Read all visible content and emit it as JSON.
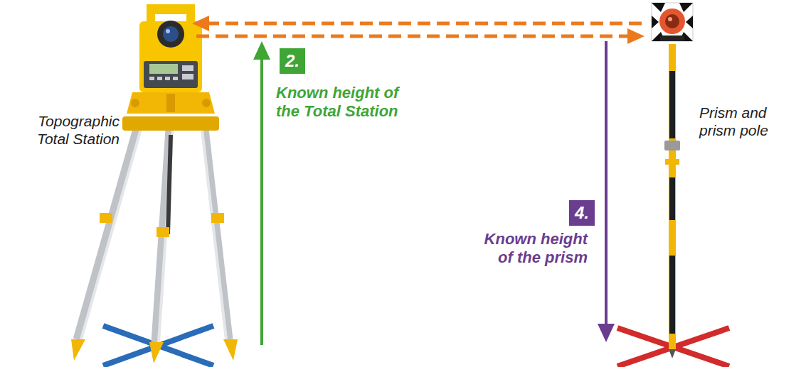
{
  "diagram": {
    "nodes": [
      {
        "text": [
          "2."
        ]
      },
      {
        "text": [
          "4."
        ]
      }
    ],
    "labels": [
      "Topographic Total Station",
      "Known height of the Total Station",
      "Known height of the prism",
      "Prism and prism pole"
    ]
  }
}
